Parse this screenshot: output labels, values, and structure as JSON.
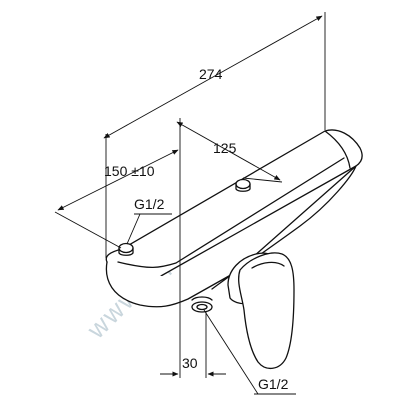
{
  "watermark": "www.aquamir.ru",
  "dimensions": {
    "overall_length": "274",
    "center_distance": "150 ±10",
    "outlet_offset": "125",
    "outlet_depth": "30"
  },
  "threads": {
    "inlet": "G1/2",
    "outlet": "G1/2"
  }
}
